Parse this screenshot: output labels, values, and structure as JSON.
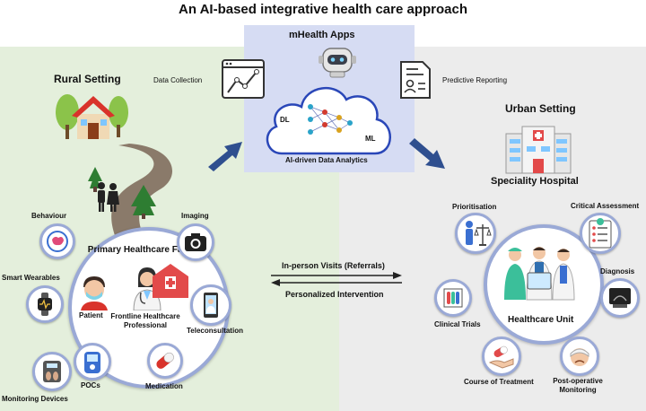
{
  "title": "An AI-based integrative health care approach",
  "mhealth": {
    "title": "mHealth Apps",
    "dl": "DL",
    "ml": "ML",
    "analytics": "AI-driven Data Analytics",
    "data_collection": "Data Collection",
    "predictive_reporting": "Predictive Reporting"
  },
  "rural": {
    "title": "Rural Setting",
    "hub_title": "Primary Healthcare Facility",
    "patient": "Patient",
    "frontline": "Frontline Healthcare Professional",
    "satellites": {
      "behaviour": "Behaviour",
      "imaging": "Imaging",
      "smart_wearables": "Smart Wearables",
      "teleconsultation": "Teleconsultation",
      "pocs": "POCs",
      "medication": "Medication",
      "monitoring_devices": "Monitoring Devices"
    }
  },
  "links": {
    "visits": "In-person Visits (Referrals)",
    "intervention": "Personalized Intervention"
  },
  "urban": {
    "title": "Urban Setting",
    "hospital": "Speciality Hospital",
    "hub_title": "Healthcare Unit",
    "satellites": {
      "prioritisation": "Prioritisation",
      "critical_assessment": "Critical Assessment",
      "diagnosis": "Diagnosis",
      "clinical_trials": "Clinical Trials",
      "course_of_treatment": "Course of Treatment",
      "post_operative": "Post-operative Monitoring"
    }
  },
  "colors": {
    "rural_bg": "#e4efdc",
    "urban_bg": "#ececec",
    "mhealth_bg": "#d6dcf3",
    "arrow": "#2f4f8f",
    "ring": "#9aa9d6"
  }
}
